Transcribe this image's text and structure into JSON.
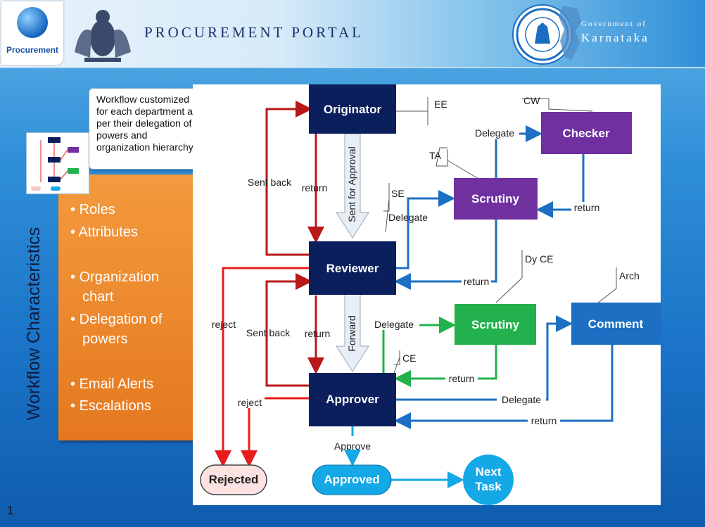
{
  "header": {
    "logo_text": "Procurement",
    "portal_title": "PROCUREMENT PORTAL",
    "gov_line1": "Government of",
    "gov_line2": "Karnataka"
  },
  "side_label": "Workflow Characteristics",
  "callout": {
    "lines": [
      "Workflow customized",
      "for each department as",
      "per their delegation of",
      "powers and",
      "organization hierarchy"
    ]
  },
  "bullets": [
    "Roles",
    "Attributes",
    "Organization",
    "chart",
    "Delegation of",
    "powers",
    "Email Alerts",
    "Escalations"
  ],
  "page_number": "1",
  "diagram": {
    "nodes": {
      "originator": "Originator",
      "reviewer": "Reviewer",
      "approver": "Approver",
      "checker": "Checker",
      "scrutiny_ta": "Scrutiny",
      "scrutiny_dy": "Scrutiny",
      "comment": "Comment",
      "rejected": "Rejected",
      "approved": "Approved",
      "next_task_1": "Next",
      "next_task_2": "Task"
    },
    "roles": {
      "ee": "EE",
      "cw": "CW",
      "ta": "TA",
      "se": "SE",
      "dy_ce": "Dy CE",
      "arch": "Arch",
      "ce": "CE"
    },
    "edge_labels": {
      "sent_back_1": "Sent back",
      "return_1": "return",
      "sent_for_approval": "Sent for Approval",
      "delegate_se": "Delegate",
      "delegate_checker": "Delegate",
      "return_checker": "return",
      "return_scrutiny_ta": "return",
      "reject_1": "reject",
      "sent_back_2": "Sent back",
      "return_2": "return",
      "forward": "Forward",
      "delegate_dy": "Delegate",
      "return_scrutiny_dy": "return",
      "reject_2": "reject",
      "delegate_comment": "Delegate",
      "return_comment": "return",
      "approve": "Approve"
    },
    "colors": {
      "navy": "#0b1f5c",
      "purple": "#7030a0",
      "green": "#22b14c",
      "blue": "#1c6fc2",
      "red": "#e81c1c",
      "dark_red": "#b81818",
      "cyan": "#14a8e6"
    }
  }
}
